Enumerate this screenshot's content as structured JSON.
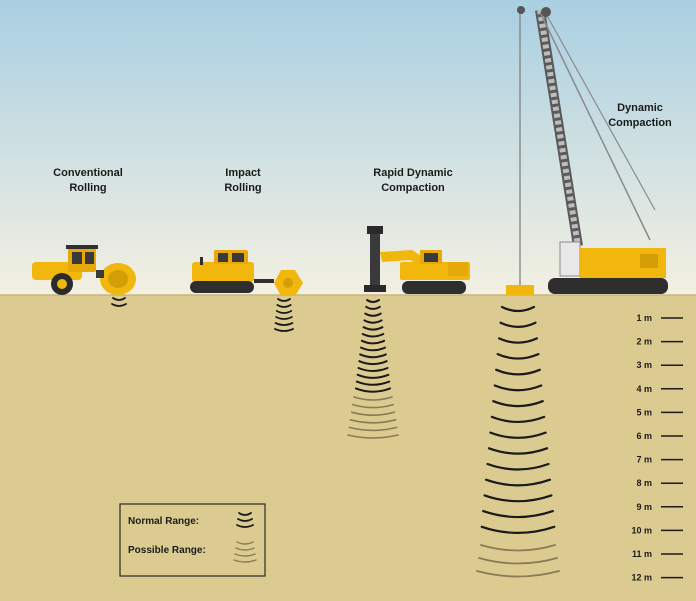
{
  "methods": [
    {
      "line1": "Conventional",
      "line2": "Rolling"
    },
    {
      "line1": "Impact",
      "line2": "Rolling"
    },
    {
      "line1": "Rapid Dynamic",
      "line2": "Compaction"
    },
    {
      "line1": "Dynamic",
      "line2": "Compaction"
    }
  ],
  "depth_scale": {
    "unit": "m",
    "ticks": [
      "1 m",
      "2 m",
      "3 m",
      "4 m",
      "5 m",
      "6 m",
      "7 m",
      "8 m",
      "9 m",
      "10 m",
      "11 m",
      "12 m"
    ]
  },
  "legend": {
    "normal_label": "Normal Range:",
    "possible_label": "Possible Range:"
  },
  "colors": {
    "sky_top": "#a9cfe2",
    "sky_bottom": "#f4f0e2",
    "soil": "#dccb91",
    "machine": "#f1b70d",
    "normal_wave": "#1a1a1a",
    "possible_wave": "#8a7b55"
  }
}
